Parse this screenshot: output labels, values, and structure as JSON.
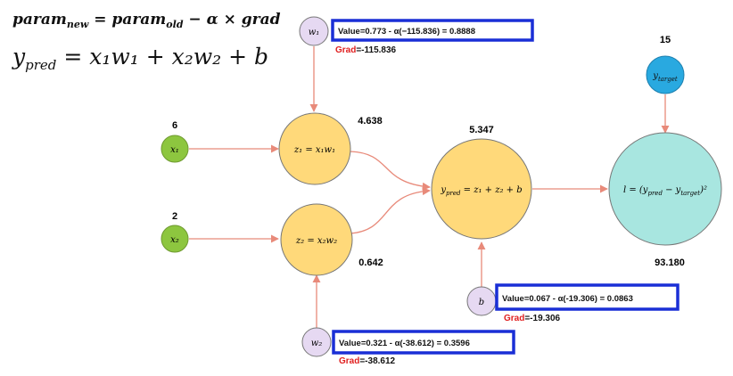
{
  "formulas": {
    "update": "param",
    "update_new_sub": "new",
    "update_mid": " = param",
    "update_old_sub": "old",
    "update_tail": " − α × grad",
    "ypred_lhs": "y",
    "ypred_lhs_sub": "pred",
    "ypred_rhs": " = x₁w₁ + x₂w₂ + b"
  },
  "nodes": {
    "x1": {
      "label": "x₁",
      "value": "6"
    },
    "x2": {
      "label": "x₂",
      "value": "2"
    },
    "w1": {
      "label": "w₁"
    },
    "w2": {
      "label": "w₂"
    },
    "b": {
      "label": "b"
    },
    "z1": {
      "label": "z₁ = x₁w₁",
      "value": "4.638"
    },
    "z2": {
      "label": "z₂ = x₂w₂",
      "value": "0.642"
    },
    "ypred": {
      "label_main": "y",
      "label_sub": "pred",
      "label_rest": " = z₁ + z₂ + b",
      "value": "5.347"
    },
    "ytarget": {
      "label_main": "y",
      "label_sub": "target",
      "value": "15"
    },
    "loss": {
      "label": "l = (y",
      "label_sub1": "pred",
      "label_mid": " − y",
      "label_sub2": "target",
      "label_end": ")²",
      "value": "93.180"
    }
  },
  "updates": {
    "w1": {
      "value_text": "Value=0.773 - α(−115.836) = 0.8888",
      "grad_label": "Grad",
      "grad_value": "=-115.836"
    },
    "w2": {
      "value_text": "Value=0.321 - α(-38.612) = 0.3596",
      "grad_label": "Grad",
      "grad_value": "=-38.612"
    },
    "b": {
      "value_text": "Value=0.067 - α(-19.306) = 0.0863",
      "grad_label": "Grad",
      "grad_value": "=-19.306"
    }
  },
  "colors": {
    "input_fill": "#8dc63f",
    "param_fill": "#e6d9f2",
    "op_fill": "#ffd97a",
    "target_fill": "#29a9e0",
    "loss_fill": "#a8e6e0",
    "edge": "#e88a7a",
    "highlight": "#1a2fd6",
    "grad_red": "#e02020"
  }
}
